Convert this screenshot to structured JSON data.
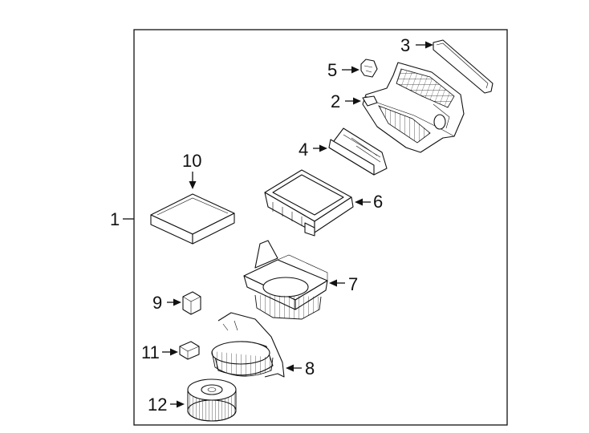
{
  "callouts": {
    "c1": "1",
    "c2": "2",
    "c3": "3",
    "c4": "4",
    "c5": "5",
    "c6": "6",
    "c7": "7",
    "c8": "8",
    "c9": "9",
    "c10": "10",
    "c11": "11",
    "c12": "12"
  },
  "colors": {
    "line": "#111111",
    "background": "#ffffff"
  }
}
